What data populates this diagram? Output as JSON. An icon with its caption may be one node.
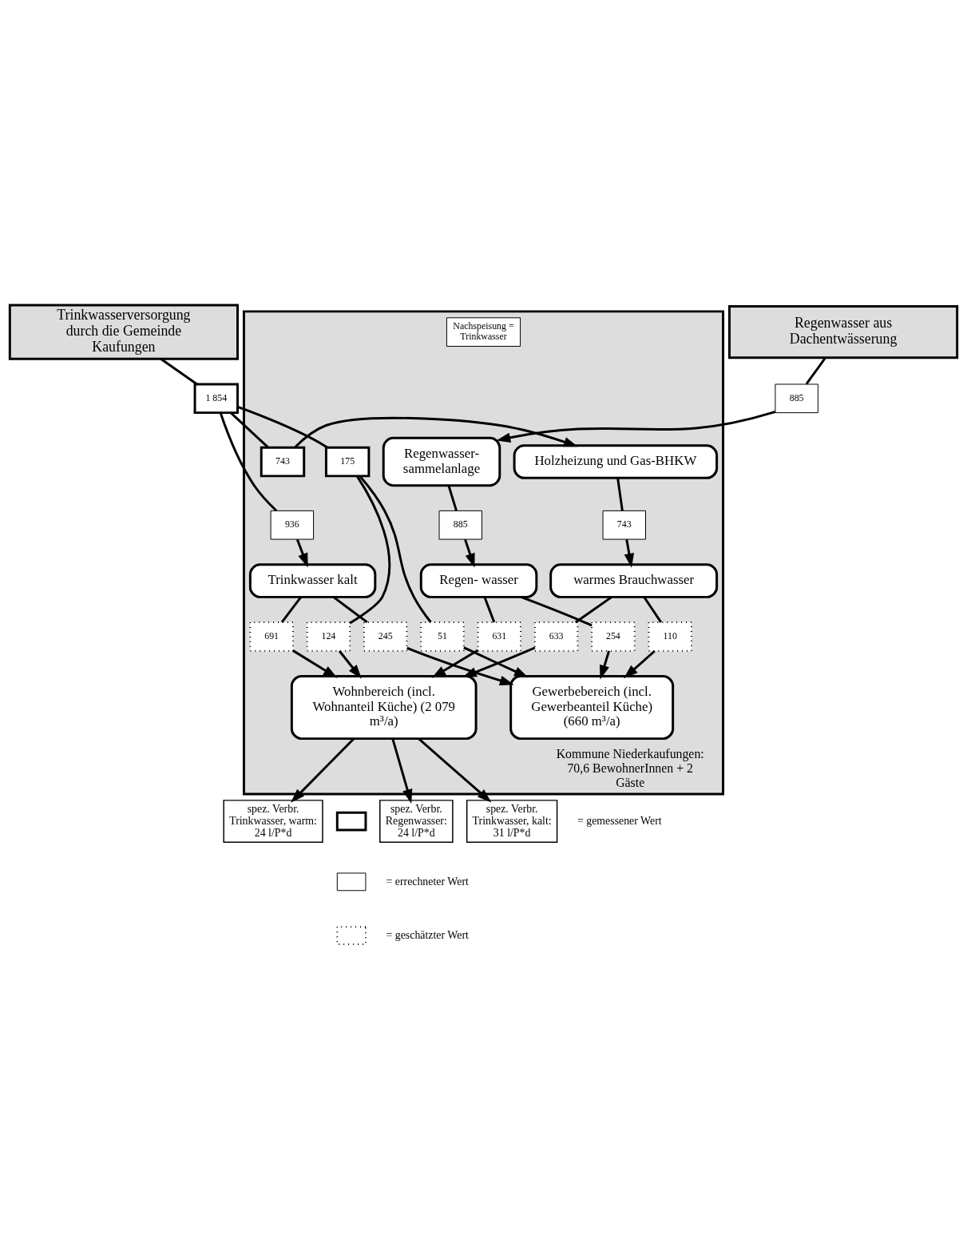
{
  "diagram": {
    "nodes": [
      {
        "text": [
          "Trinkwasserversorgung durch die Gemeinde Kaufungen"
        ]
      },
      {
        "text": [
          "Regenwasser aus Dachentwässerung"
        ]
      },
      {
        "text": [
          "Kommune Niederkaufungen: 70,6 BewohnerInnen + 2 Gäste"
        ]
      },
      {
        "text": [
          "1 854"
        ]
      },
      {
        "text": [
          "885"
        ]
      },
      {
        "text": [
          "Nachspeisung = Trinkwasser"
        ],
        "in": 2
      },
      {
        "text": [
          "Holzheizung und Gas-BHKW"
        ],
        "in": 2
      },
      {
        "text": [
          "743"
        ],
        "in": 2
      },
      {
        "text": [
          "175"
        ],
        "in": 2
      },
      {
        "text": [
          "Regenwasser- sammelanlage"
        ],
        "in": 2
      },
      {
        "text": [
          "743"
        ],
        "in": 2
      },
      {
        "text": [
          "936"
        ],
        "in": 2
      },
      {
        "text": [
          "885"
        ],
        "in": 2
      },
      {
        "text": [
          "warmes Brauchwasser"
        ],
        "in": 2
      },
      {
        "text": [
          "Trinkwasser kalt"
        ],
        "in": 2
      },
      {
        "text": [
          "Regen- wasser"
        ],
        "in": 2
      },
      {
        "text": [
          "633"
        ],
        "in": 2
      },
      {
        "text": [
          "691"
        ],
        "in": 2
      },
      {
        "text": [
          "631"
        ],
        "in": 2
      },
      {
        "text": [
          "124"
        ],
        "in": 2
      },
      {
        "text": [
          "110"
        ],
        "in": 2
      },
      {
        "text": [
          "245"
        ],
        "in": 2
      },
      {
        "text": [
          "51"
        ],
        "in": 2
      },
      {
        "text": [
          "254"
        ],
        "in": 2
      },
      {
        "text": [
          "Wohnbereich (incl. Wohnanteil Küche) (2 079 m³/a)"
        ],
        "in": 2
      },
      {
        "text": [
          "Gewerbebereich (incl. Gewerbeanteil Küche) (660 m³/a)"
        ],
        "in": 2
      },
      {
        "text": [
          "spez. Verbr. Regenwasser:",
          "24 l/P*d"
        ]
      },
      {
        "text": [
          "spez. Verbr. Trinkwasser, kalt:",
          "31 l/P*d"
        ]
      },
      {
        "text": [
          "spez. Verbr. Trinkwasser, warm:",
          "24 l/P*d"
        ]
      }
    ],
    "edges": [
      {
        "from": 0,
        "to": 3,
        "arrow": "none"
      },
      {
        "from": 1,
        "to": 4,
        "arrow": "none"
      },
      {
        "from": 3,
        "to": 11,
        "arrow": "none"
      },
      {
        "from": 3,
        "to": 7,
        "arrow": "none"
      },
      {
        "from": 3,
        "to": 8,
        "arrow": "none"
      },
      {
        "from": 7,
        "to": 6,
        "arrow": "to"
      },
      {
        "from": 4,
        "to": 9,
        "arrow": "to"
      },
      {
        "from": 6,
        "to": 10,
        "arrow": "none"
      },
      {
        "from": 11,
        "to": 14,
        "arrow": "to"
      },
      {
        "from": 9,
        "to": 12,
        "arrow": "none"
      },
      {
        "from": 10,
        "to": 13,
        "arrow": "to"
      },
      {
        "from": 12,
        "to": 15,
        "arrow": "to"
      },
      {
        "from": 13,
        "to": 16,
        "arrow": "none"
      },
      {
        "from": 13,
        "to": 20,
        "arrow": "none"
      },
      {
        "from": 14,
        "to": 17,
        "arrow": "none"
      },
      {
        "from": 14,
        "to": 21,
        "arrow": "none"
      },
      {
        "from": 15,
        "to": 18,
        "arrow": "none"
      },
      {
        "from": 15,
        "to": 23,
        "arrow": "none"
      },
      {
        "from": 8,
        "to": 19,
        "arrow": "none"
      },
      {
        "from": 8,
        "to": 22,
        "arrow": "none"
      },
      {
        "from": 16,
        "to": 24,
        "arrow": "to"
      },
      {
        "from": 17,
        "to": 24,
        "arrow": "to"
      },
      {
        "from": 18,
        "to": 24,
        "arrow": "to"
      },
      {
        "from": 19,
        "to": 24,
        "arrow": "to"
      },
      {
        "from": 20,
        "to": 25,
        "arrow": "to"
      },
      {
        "from": 21,
        "to": 25,
        "arrow": "to"
      },
      {
        "from": 22,
        "to": 25,
        "arrow": "to"
      },
      {
        "from": 23,
        "to": 25,
        "arrow": "to"
      },
      {
        "from": 24,
        "to": 26,
        "arrow": "to"
      },
      {
        "from": 24,
        "to": 27,
        "arrow": "to"
      },
      {
        "from": 24,
        "to": 28,
        "arrow": "to"
      }
    ],
    "legend": [
      {
        "text": "= gemessener Wert"
      },
      {
        "text": "= errechneter Wert"
      },
      {
        "text": "= geschätzter Wert"
      }
    ]
  }
}
